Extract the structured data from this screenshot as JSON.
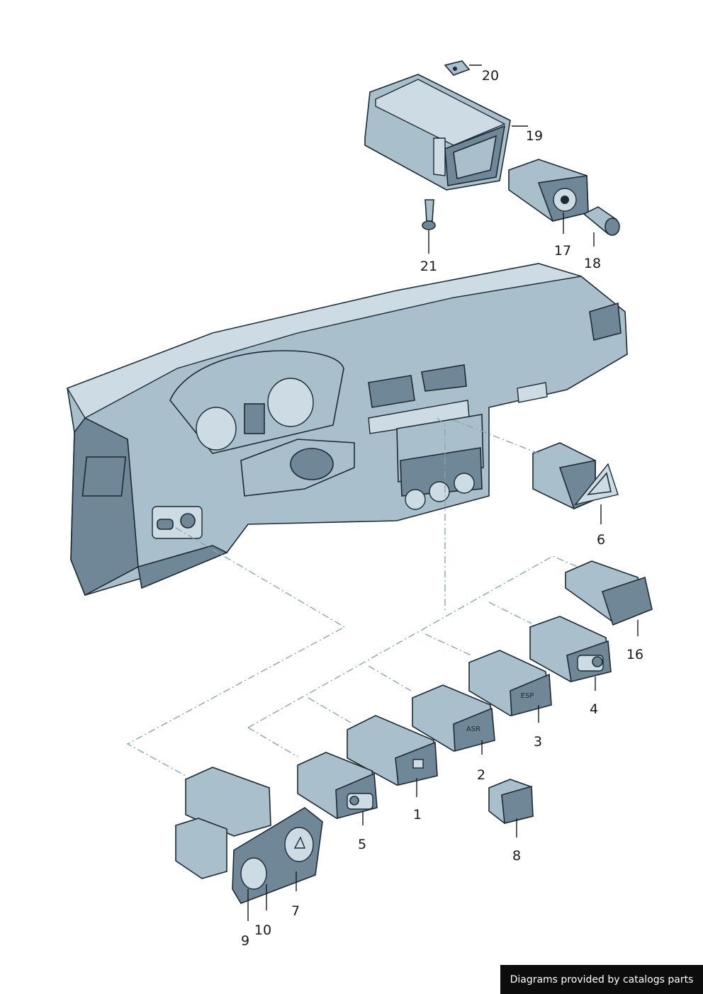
{
  "callouts": {
    "c1": "1",
    "c2": "2",
    "c3": "3",
    "c4": "4",
    "c5": "5",
    "c6": "6",
    "c7": "7",
    "c8": "8",
    "c9": "9",
    "c10": "10",
    "c16": "16",
    "c17": "17",
    "c18": "18",
    "c19": "19",
    "c20": "20",
    "c21": "21"
  },
  "button_labels": {
    "asr": "ASR",
    "esp": "ESP"
  },
  "credit": "Diagrams provided by catalogs parts",
  "colors": {
    "part_fill": "#a9bfcc",
    "part_dark": "#6f8796",
    "outline": "#1c2a33",
    "dash_line": "#8fa3ad",
    "credit_bg": "#0c0c0c"
  }
}
